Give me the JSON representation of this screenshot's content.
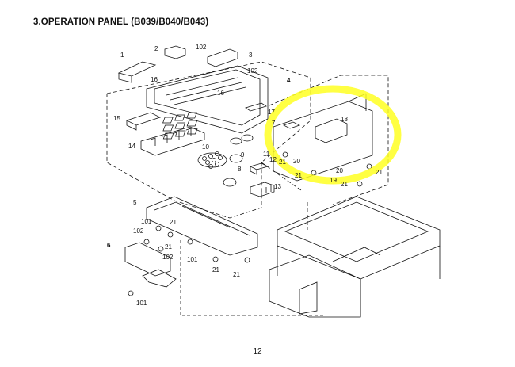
{
  "header": {
    "title": "3.OPERATION PANEL (B039/B040/B043)"
  },
  "footer": {
    "page_number": "12"
  },
  "colors": {
    "highlight": "#ffff22",
    "line": "#111111"
  },
  "callouts": {
    "c1": "1",
    "c2": "2",
    "c3": "3",
    "c4": "4",
    "c5": "5",
    "c6": "6",
    "c7": "7",
    "c8": "8",
    "c9": "9",
    "c10": "10",
    "c11": "11",
    "c12": "12",
    "c13": "13",
    "c14": "14",
    "c15": "15",
    "c16a": "16",
    "c16b": "16",
    "c17": "17",
    "c18": "18",
    "c19": "19",
    "c20a": "20",
    "c20b": "20",
    "c21a": "21",
    "c21b": "21",
    "c21c": "21",
    "c21d": "21",
    "c21e": "21",
    "c21f": "21",
    "c21g": "21",
    "c21h": "21",
    "c101a": "101",
    "c101b": "101",
    "c101c": "101",
    "c102a": "102",
    "c102b": "102",
    "c102c": "102",
    "c102d": "102"
  }
}
